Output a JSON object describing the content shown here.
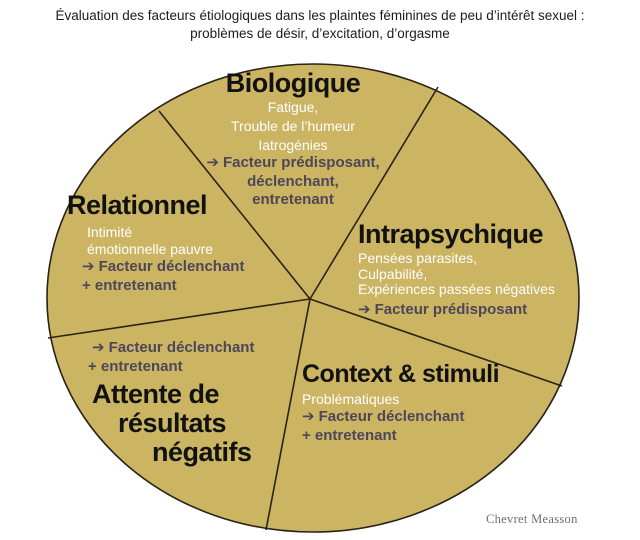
{
  "title": {
    "line1": "Évaluation des facteurs étiologiques dans les plaintes féminines de peu d’intérêt sexuel :",
    "line2": "problèmes de désir, d’excitation, d’orgasme"
  },
  "credit": "Chevret Measson",
  "arrow_icon": "➔",
  "colors": {
    "pie_fill": "#cbb462",
    "pie_stroke": "#2b2217",
    "header_text": "#121212",
    "detail_text": "#ffffff",
    "factor_text": "#4e4659"
  },
  "pie": {
    "type": "conceptual-wheel",
    "segment_count": 5,
    "segments": [
      {
        "label": "Biologique",
        "details": [
          "Fatigue,",
          "Trouble de l’humeur",
          "Iatrogénies"
        ],
        "factor": "Facteur prédisposant, déclenchant, entretenant"
      },
      {
        "label": "Intrapsychique",
        "details": [
          "Pensées parasites,",
          "Culpabilité,",
          "Expériences passées négatives"
        ],
        "factor": "Facteur prédisposant"
      },
      {
        "label": "Context & stimuli",
        "details": [
          "Problématiques"
        ],
        "factor": "Facteur déclenchant + entretenant"
      },
      {
        "label": "Attente de résultats négatifs",
        "details": [],
        "factor": "Facteur déclenchant + entretenant"
      },
      {
        "label": "Relationnel",
        "details": [
          "Intimité",
          "émotionnelle pauvre"
        ],
        "factor": "Facteur déclenchant + entretenant"
      }
    ]
  },
  "sections": {
    "biologique": {
      "header": "Biologique",
      "d1": "Fatigue,",
      "d2": "Trouble de l’humeur",
      "d3": "Iatrogénies",
      "f1": "Facteur prédisposant,",
      "f2": "déclenchant,",
      "f3": "entretenant"
    },
    "relationnel": {
      "header": "Relationnel",
      "d1": "Intimité",
      "d2": "émotionnelle pauvre",
      "f1": "Facteur déclenchant",
      "f2": "+ entretenant"
    },
    "intrapsychique": {
      "header": "Intrapsychique",
      "d1": "Pensées parasites,",
      "d2": "Culpabilité,",
      "d3": "Expériences passées négatives",
      "f1": "Facteur prédisposant"
    },
    "attente": {
      "f1": "Facteur déclenchant",
      "f2": "+ entretenant",
      "h1": "Attente de",
      "h2": "résultats",
      "h3": "négatifs"
    },
    "context": {
      "header": "Context & stimuli",
      "d1": "Problématiques",
      "f1": "Facteur déclenchant",
      "f2": "+ entretenant"
    }
  }
}
